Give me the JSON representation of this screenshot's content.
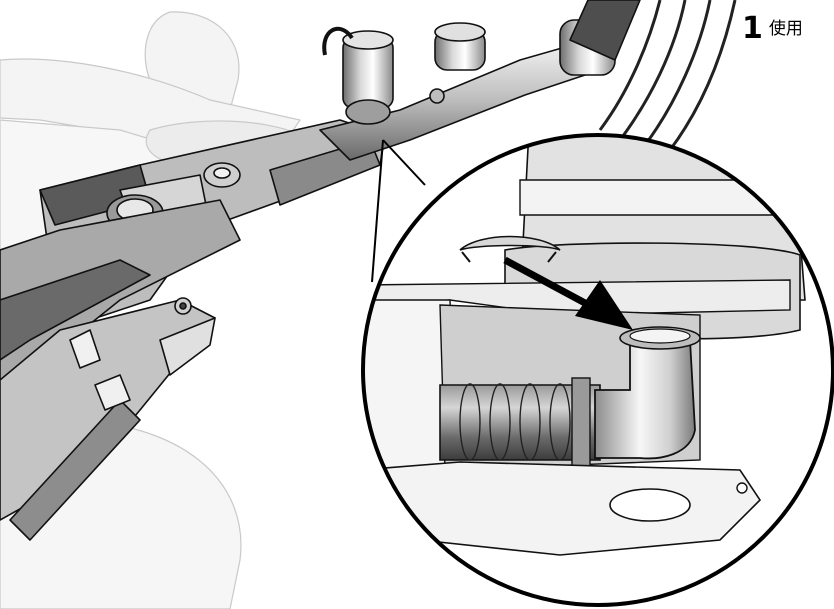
{
  "step": {
    "number": "1",
    "text": "使用"
  },
  "icons": {
    "arrow": "arrow-pointer-icon",
    "callout": "magnifier-callout"
  },
  "colors": {
    "outline": "#000000",
    "metal_light": "#e6e6e6",
    "metal_mid": "#a8a8a8",
    "metal_dark": "#555555",
    "ghost": "#f0f0f0",
    "background": "#ffffff"
  }
}
